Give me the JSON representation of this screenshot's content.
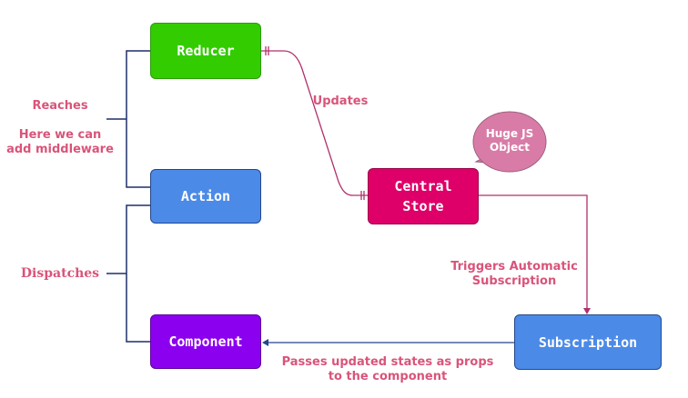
{
  "nodes": {
    "reducer": "Reducer",
    "action": "Action",
    "component": "Component",
    "central_store": "Central\nStore",
    "subscription": "Subscription"
  },
  "labels": {
    "reaches": "Reaches",
    "middleware": "Here we can\nadd middleware",
    "dispatches": "Dispatches",
    "updates": "Updates",
    "triggers": "Triggers Automatic\nSubscription",
    "passes": "Passes updated states as props\nto the component"
  },
  "callout": {
    "text": "Huge JS\nObject"
  },
  "colors": {
    "reducer": "#33cc00",
    "action": "#4c8ae8",
    "component": "#8c00f0",
    "central_store": "#de0068",
    "subscription": "#4c8ae8",
    "label_text": "#d9547a",
    "bracket_lines": "#1f2f6b",
    "connector": "#b0306b",
    "callout_fill": "#d87ca7"
  }
}
